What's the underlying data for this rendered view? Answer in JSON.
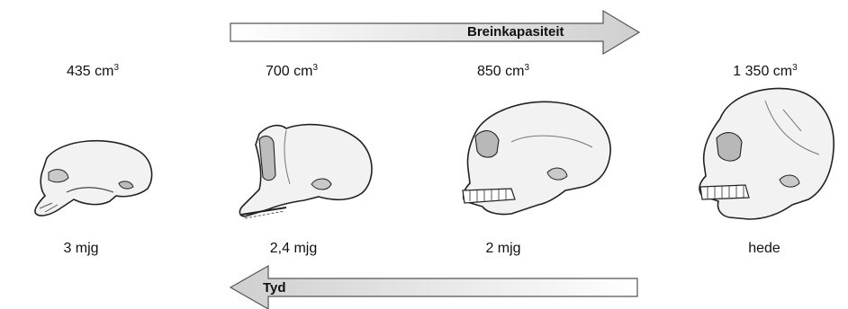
{
  "top_arrow": {
    "label": "Breinkapasiteit"
  },
  "bottom_arrow": {
    "label": "Tyd"
  },
  "unit": "cm",
  "unit_exponent": "3",
  "specimens": [
    {
      "capacity": "435",
      "age": "3 mjg",
      "icon": "early-hominin-skull-icon"
    },
    {
      "capacity": "700",
      "age": "2,4 mjg",
      "icon": "australopith-skull-icon"
    },
    {
      "capacity": "850",
      "age": "2 mjg",
      "icon": "homo-erectus-skull-icon"
    },
    {
      "capacity": "1 350",
      "age": "hede",
      "icon": "modern-human-skull-icon"
    }
  ],
  "colors": {
    "arrow_fill_start": "#ffffff",
    "arrow_fill_end": "#cfcfcf",
    "bone": "#f2f2f2",
    "outline": "#222222"
  }
}
